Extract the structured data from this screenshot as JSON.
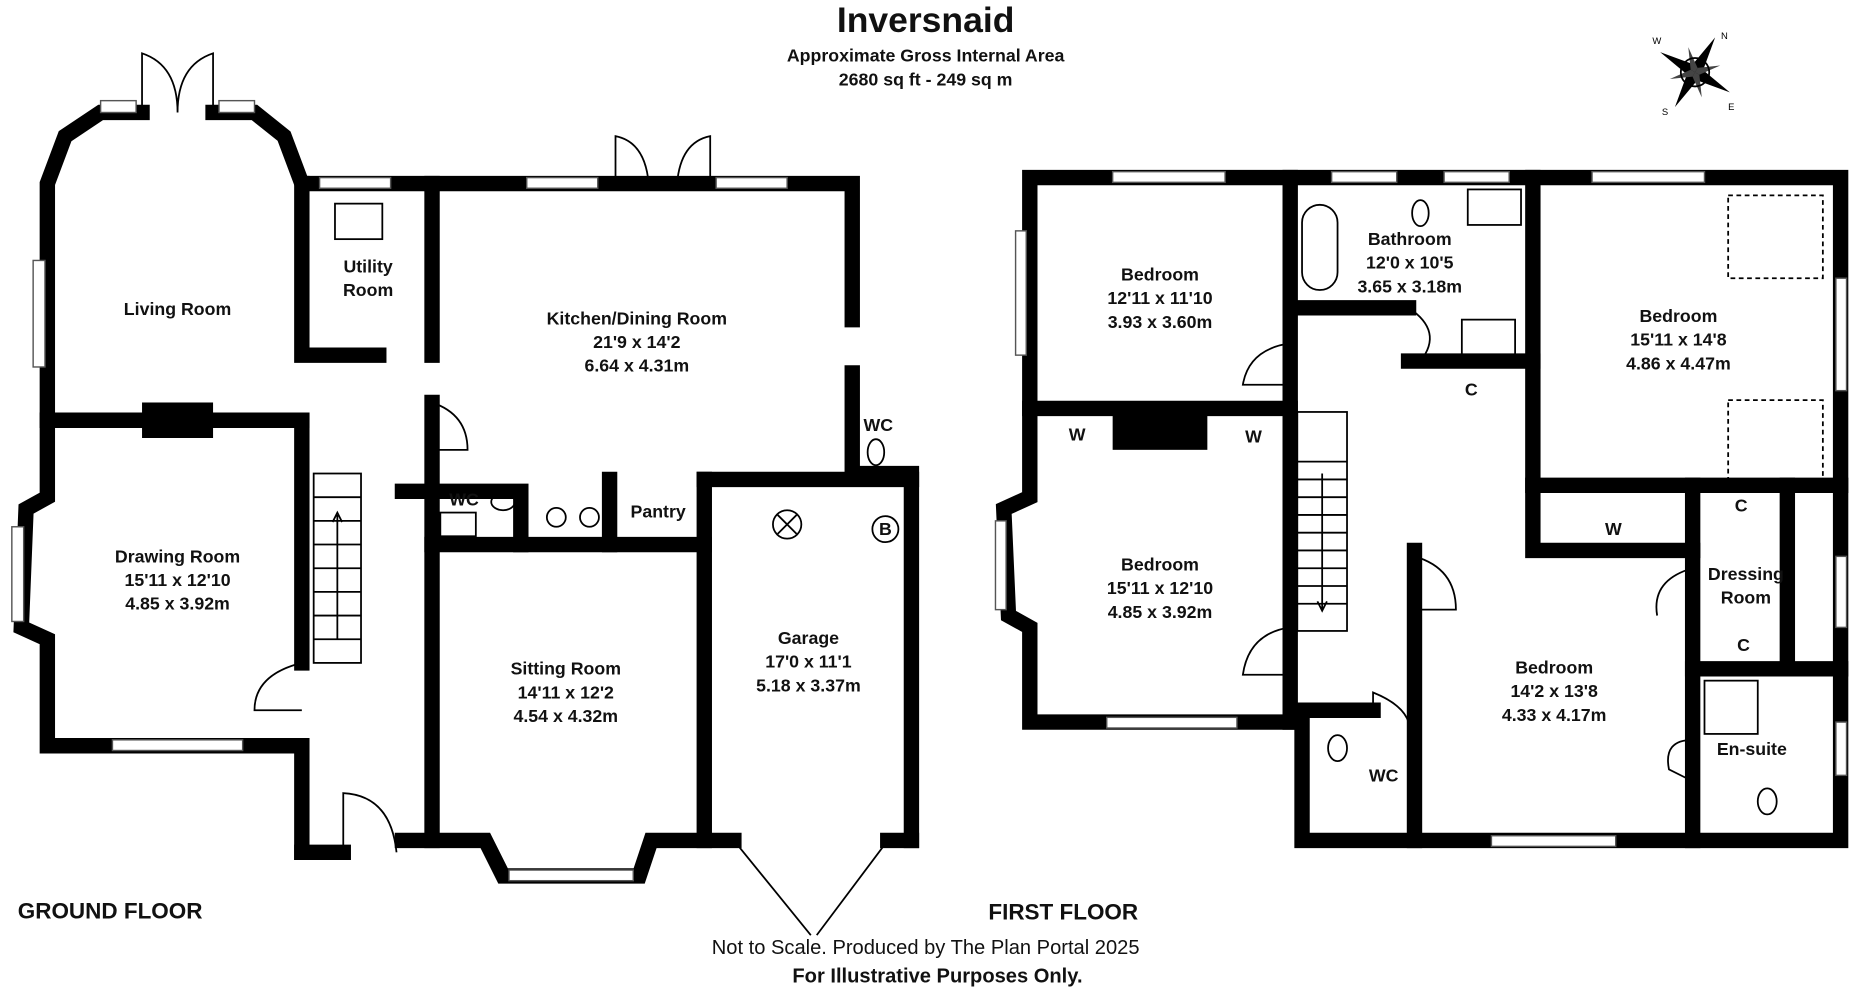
{
  "header": {
    "title": "Inversnaid",
    "subtitle": "Approximate Gross Internal Area",
    "area": "2680 sq ft - 249 sq m"
  },
  "compass": {
    "labels": [
      "N",
      "E",
      "S",
      "W"
    ]
  },
  "ground_floor": {
    "label": "GROUND FLOOR",
    "rooms": [
      {
        "name": "Living Room"
      },
      {
        "name": "Utility",
        "name2": "Room"
      },
      {
        "name": "Kitchen/Dining Room",
        "imperial": "21'9 x 14'2",
        "metric": "6.64 x 4.31m"
      },
      {
        "name": "WC"
      },
      {
        "name": "Drawing Room",
        "imperial": "15'11 x 12'10",
        "metric": "4.85 x 3.92m"
      },
      {
        "name": "WC"
      },
      {
        "name": "Pantry"
      },
      {
        "name": "Sitting Room",
        "imperial": "14'11 x 12'2",
        "metric": "4.54 x 4.32m"
      },
      {
        "name": "Garage",
        "imperial": "17'0 x 11'1",
        "metric": "5.18 x 3.37m"
      }
    ],
    "boiler": "B"
  },
  "first_floor": {
    "label": "FIRST FLOOR",
    "rooms": [
      {
        "name": "Bedroom",
        "imperial": "12'11 x 11'10",
        "metric": "3.93 x 3.60m"
      },
      {
        "name": "Bathroom",
        "imperial": "12'0 x 10'5",
        "metric": "3.65 x 3.18m"
      },
      {
        "name": "Bedroom",
        "imperial": "15'11 x 14'8",
        "metric": "4.86 x 4.47m"
      },
      {
        "name": "Bedroom",
        "imperial": "15'11 x 12'10",
        "metric": "4.85 x 3.92m"
      },
      {
        "name": "Bedroom",
        "imperial": "14'2 x 13'8",
        "metric": "4.33 x 4.17m"
      },
      {
        "name": "Dressing",
        "name2": "Room"
      },
      {
        "name": "En-suite"
      },
      {
        "name": "WC"
      }
    ],
    "cupboards": [
      "C",
      "C",
      "C",
      "W",
      "W",
      "W"
    ]
  },
  "footer": {
    "line1": "Not to Scale. Produced by The Plan Portal 2025",
    "line2": "For Illustrative Purposes Only."
  }
}
